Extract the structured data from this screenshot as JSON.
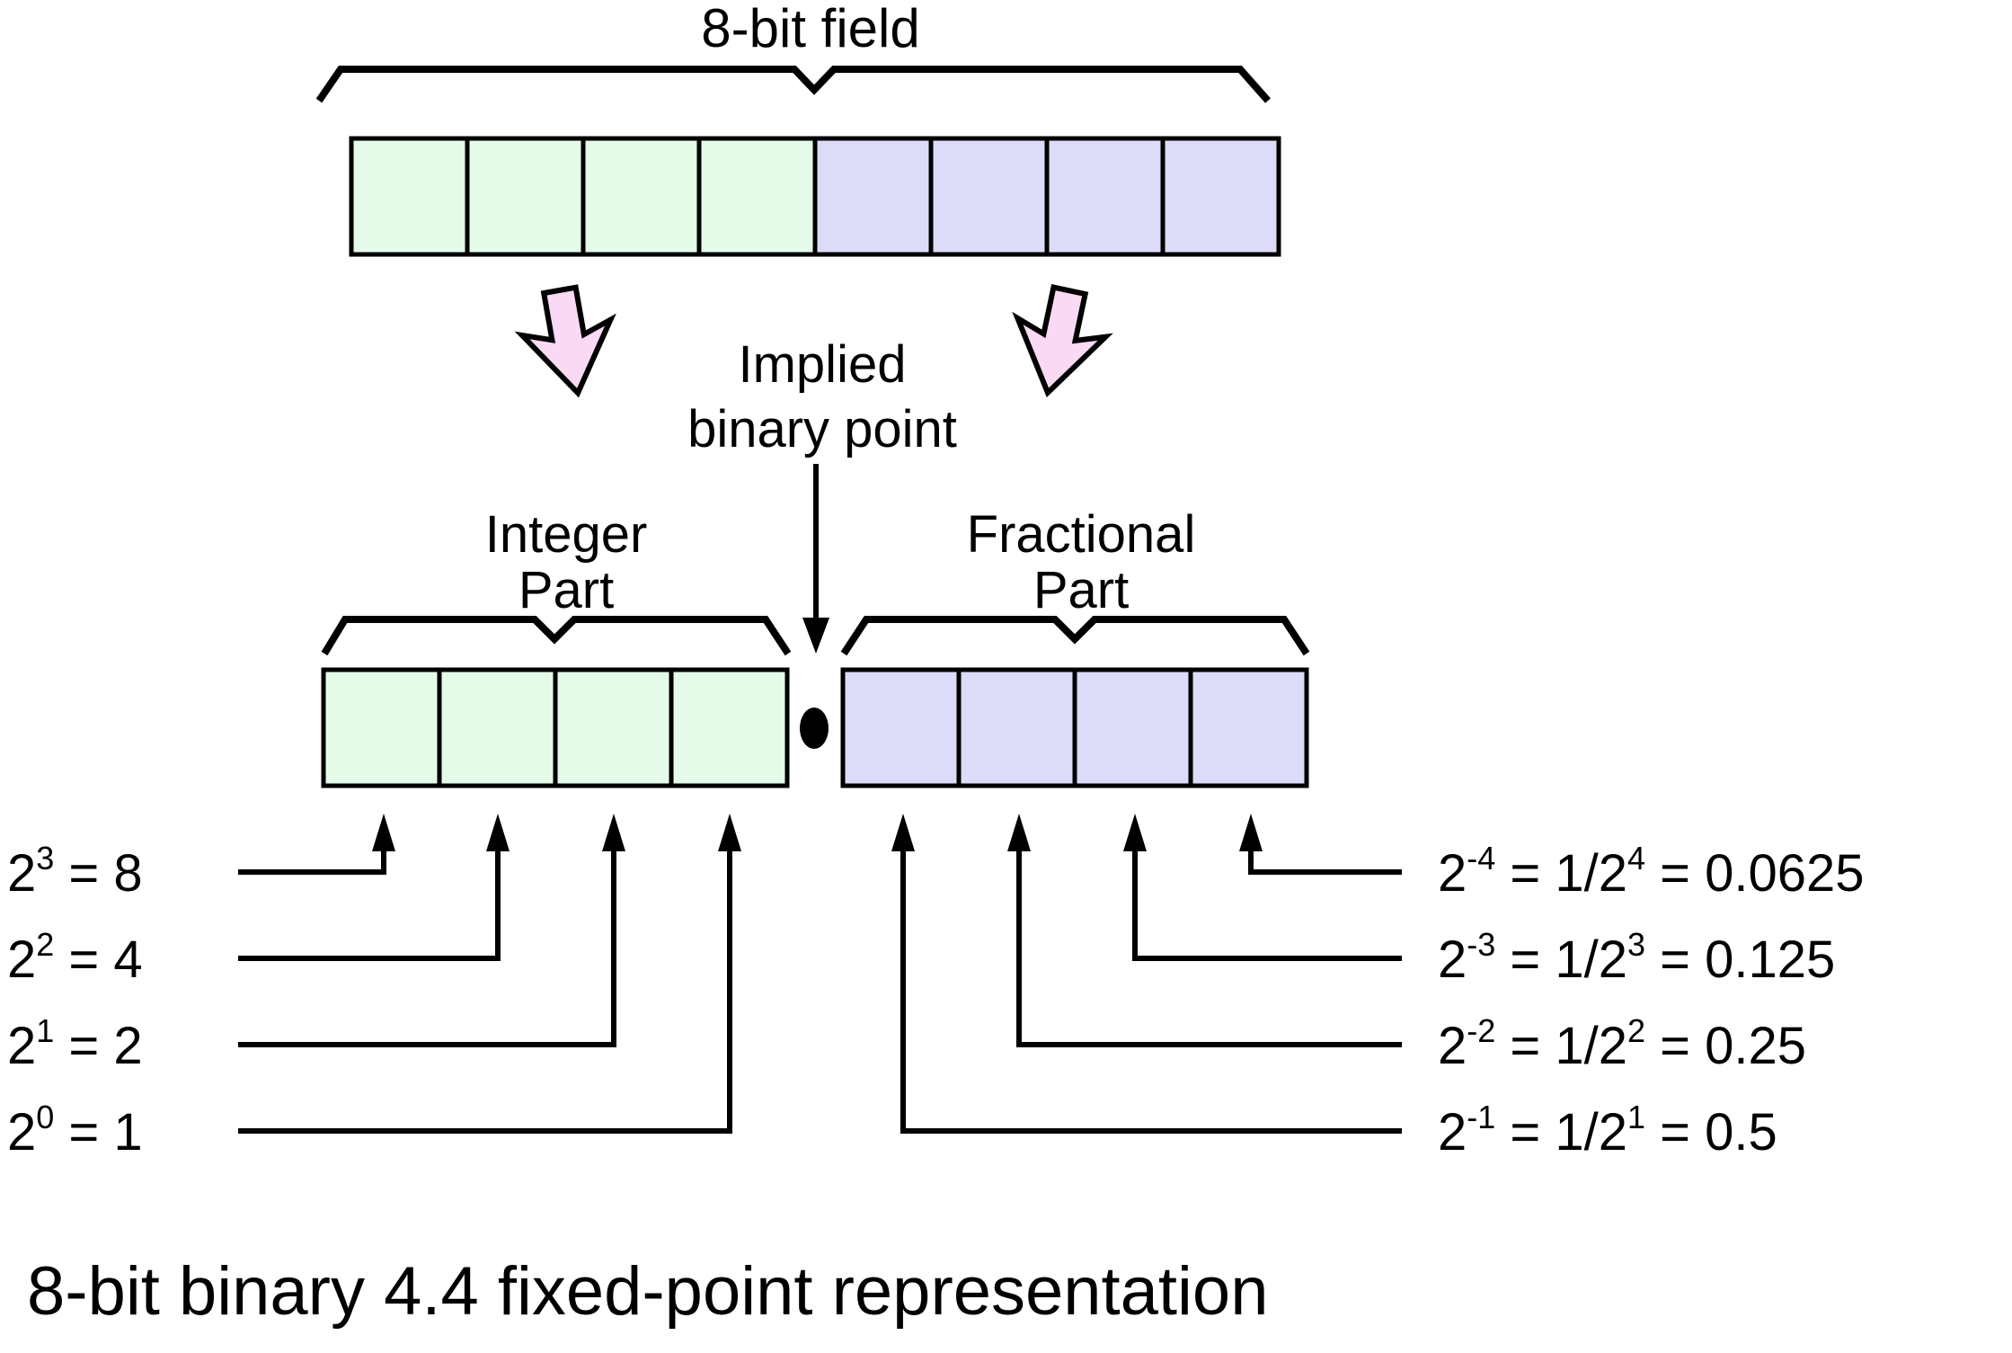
{
  "title": "8-bit field",
  "caption": "8-bit binary 4.4 fixed-point representation",
  "implied_label": {
    "line1": "Implied",
    "line2": "binary point"
  },
  "integer_label": {
    "line1": "Integer",
    "line2": "Part"
  },
  "fractional_label": {
    "line1": "Fractional",
    "line2": "Part"
  },
  "binary_point_glyph": "●",
  "colors": {
    "integer_fill": "#e5fbe9",
    "fractional_fill": "#dcdcf8",
    "arrow_fill": "#f9d9f4",
    "stroke": "#000000"
  },
  "integer_weights": [
    {
      "base": "2",
      "sup": "3",
      "value": " = 8"
    },
    {
      "base": "2",
      "sup": "2",
      "value": " = 4"
    },
    {
      "base": "2",
      "sup": "1",
      "value": " = 2"
    },
    {
      "base": "2",
      "sup": "0",
      "value": " = 1"
    }
  ],
  "fractional_weights": [
    {
      "base": "2",
      "sup": "-4",
      "frac": " = 1/2",
      "frac_sup": "4",
      "value": " = 0.0625"
    },
    {
      "base": "2",
      "sup": "-3",
      "frac": " = 1/2",
      "frac_sup": "3",
      "value": " = 0.125"
    },
    {
      "base": "2",
      "sup": "-2",
      "frac": " = 1/2",
      "frac_sup": "2",
      "value": " = 0.25"
    },
    {
      "base": "2",
      "sup": "-1",
      "frac": " = 1/2",
      "frac_sup": "1",
      "value": " = 0.5"
    }
  ]
}
